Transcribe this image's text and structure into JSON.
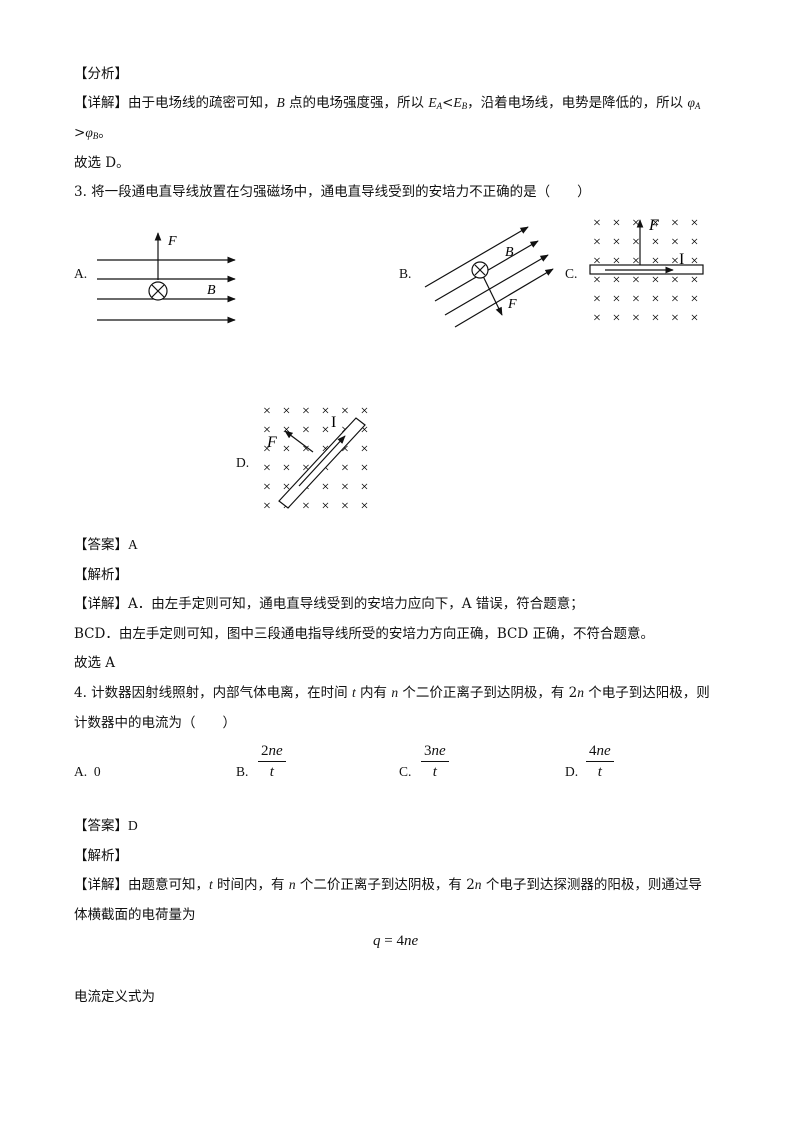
{
  "q2": {
    "analysis_tag": "【分析】",
    "detail_tag": "【详解】",
    "detail_p1": "由于电场线的疏密可知，",
    "detail_B": "B",
    "detail_p2": " 点的电场强度强，所以 ",
    "E": "E",
    "sub_A": "A",
    "lt": "<",
    "sub_B": "B",
    "detail_p3": "，沿着电场线，电势是降低的，所以 ",
    "phi": "φ",
    "gt": ">",
    "period": "。",
    "conclusion": "故选 D。"
  },
  "q3": {
    "stem": "3. 将一段通电直导线放置在匀强磁场中，通电直导线受到的安培力不正确的是（　　）",
    "options": {
      "a": "A.",
      "b": "B.",
      "c": "C.",
      "d": "D."
    },
    "fig_labels": {
      "F": "F",
      "B": "B",
      "I": "I",
      "cross": "×"
    },
    "answer_tag": "【答案】",
    "answer": "A",
    "analysis_tag": "【解析】",
    "detail_tag": "【详解】",
    "detail_1": "A．由左手定则可知，通电直导线受到的安培力应向下，A 错误，符合题意；",
    "detail_2": "BCD．由左手定则可知，图中三段通电指导线所受的安培力方向正确，BCD 正确，不符合题意。",
    "conclusion": "故选 A"
  },
  "q4": {
    "stem_1a": "4. 计数器因射线照射，内部气体电离，在时间 ",
    "t": "t",
    "stem_1b": " 内有 ",
    "n": "n",
    "stem_1c": " 个二价正离子到达阴极，有 2",
    "stem_1d": " 个电子到达阳极，则",
    "stem_2": "计数器中的电流为（　　）",
    "options": {
      "a_label": "A.",
      "a_value": "0",
      "b_label": "B.",
      "b_num": "2",
      "b_var": "ne",
      "b_den": "t",
      "c_label": "C.",
      "c_num": "3",
      "c_var": "ne",
      "c_den": "t",
      "d_label": "D.",
      "d_num": "4",
      "d_var": "ne",
      "d_den": "t"
    },
    "answer_tag": "【答案】",
    "answer": "D",
    "analysis_tag": "【解析】",
    "detail_tag": "【详解】",
    "detail_1a": "由题意可知，",
    "detail_1b": " 时间内，有 ",
    "detail_1c": " 个二价正离子到达阴极，有 2",
    "detail_1d": " 个电子到达探测器的阳极，则通过导",
    "detail_2": "体横截面的电荷量为",
    "eq_q": "q",
    "eq_rest": " = 4",
    "eq_ne": "ne",
    "current_def": "电流定义式为"
  }
}
